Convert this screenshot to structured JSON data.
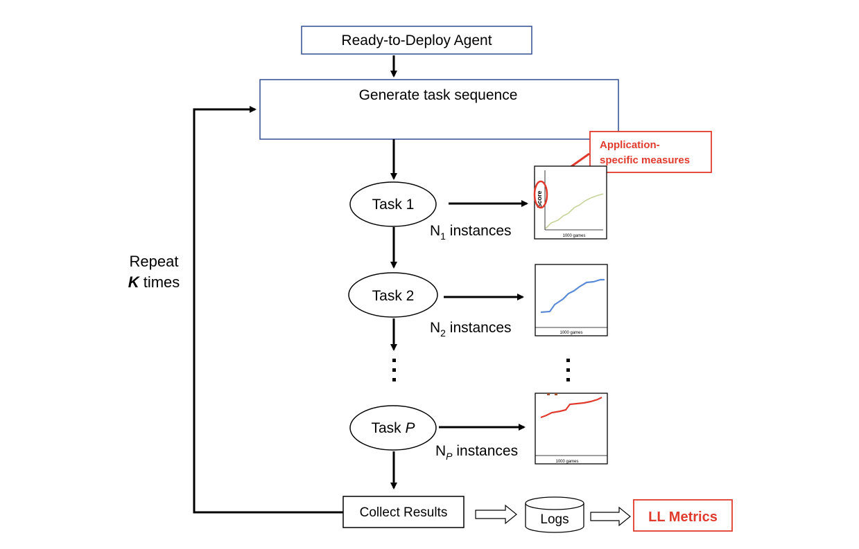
{
  "boxes": {
    "agent": "Ready-to-Deploy Agent",
    "generate": "Generate task sequence",
    "collect": "Collect Results",
    "logs": "Logs",
    "metrics": "LL Metrics"
  },
  "callout": {
    "line1": "Application-",
    "line2": "specific measures"
  },
  "loop": {
    "line1": "Repeat",
    "k": "K",
    "times": " times"
  },
  "tasks": [
    {
      "name": "Task 1",
      "label_prefix": "Task ",
      "label_italic": "",
      "n": "N",
      "sub": "1",
      "suffix": " instances"
    },
    {
      "name": "Task 2",
      "label_prefix": "Task ",
      "label_italic": "",
      "n": "N",
      "sub": "2",
      "suffix": " instances"
    },
    {
      "name": "Task P",
      "label_prefix": "Task ",
      "label_italic": "P",
      "n": "N",
      "sub": "P",
      "suffix": " instances"
    }
  ],
  "task_labels": [
    "Task 1",
    "Task 2",
    "Task "
  ],
  "task_p_italic": "P",
  "plots": [
    {
      "ylabel": "Score",
      "xlabel": "1000 games",
      "line_color": "#c5d39a"
    },
    {
      "ylabel": "",
      "xlabel": "1000 games",
      "line_color": "#5b8bd6"
    },
    {
      "ylabel": "",
      "xlabel": "1000 games",
      "line_color": "#e03a2c"
    }
  ],
  "colors": {
    "box_border": "#2f4b8f",
    "accent_red": "#e03a2c",
    "arrow": "#000000"
  }
}
